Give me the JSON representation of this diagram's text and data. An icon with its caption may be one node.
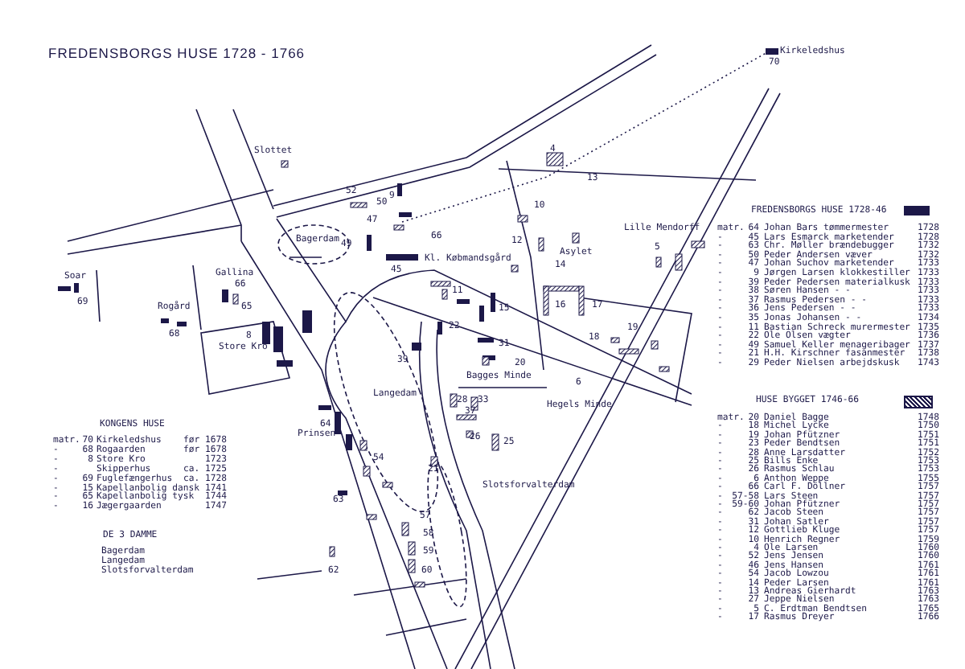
{
  "diagram": {
    "title": "FREDENSBORGS HUSE 1728 - 1766",
    "labels": [
      "Kirkeledshus",
      "70",
      "Slottet",
      "4",
      "13",
      "52",
      "9",
      "50",
      "10",
      "47",
      "49",
      "Bagerdam",
      "66",
      "45",
      "12",
      "Asylet",
      "14",
      "Lille Mendorff",
      "5",
      "Soar",
      "69",
      "Rogård",
      "68",
      "Gallina",
      "66",
      "65",
      "8",
      "Store Kro",
      "Kl. Købmandsgård",
      "11",
      "15",
      "22",
      "16",
      "17",
      "18",
      "19",
      "31",
      "20",
      "Bagges Minde",
      "6",
      "Hegels Minde",
      "39",
      "Langedam",
      "28",
      "33",
      "37",
      "64",
      "Prinsen",
      "54",
      "26",
      "25",
      "21",
      "63",
      "Slotsforvalterdam",
      "57",
      "58",
      "59",
      "62",
      "60",
      "matr.",
      "64",
      "Johan Bars tømmermester",
      "1728",
      "-",
      "45",
      "Lars Esmarck marketender",
      "1728",
      "-",
      "63",
      "Chr. Møller brændebugger",
      "1732",
      "-",
      "50",
      "Peder Andersen væver",
      "1732",
      "-",
      "47",
      "Johan Suchov marketender",
      "1733",
      "-",
      "9",
      "Jørgen Larsen klokkestiller",
      "1733",
      "-",
      "39",
      "Peder Pedersen materialkusk",
      "1733",
      "-",
      "38",
      "Søren Hansen - -",
      "1733",
      "-",
      "37",
      "Rasmus Pedersen - -",
      "1733",
      "-",
      "36",
      "Jens Pedersen - -",
      "1733",
      "-",
      "35",
      "Jonas Johansen - -",
      "1734",
      "-",
      "11",
      "Bastian Schreck murermester",
      "1735",
      "-",
      "22",
      "Ole Olsen vægter",
      "1736",
      "-",
      "49",
      "Samuel Keller menageribager",
      "1737",
      "-",
      "21",
      "H.H. Kirschner fasanmester",
      "1738",
      "-",
      "29",
      "Peder Nielsen arbejdskusk",
      "1743",
      "matr.",
      "20",
      "Daniel Bagge",
      "1748",
      "-",
      "18",
      "Michel Lycke",
      "1750",
      "-",
      "19",
      "Johan Pfützner",
      "1751",
      "-",
      "23",
      "Peder Bendtsen",
      "1751",
      "-",
      "28",
      "Anne Larsdatter",
      "1752",
      "-",
      "25",
      "Bills Enke",
      "1753",
      "-",
      "26",
      "Rasmus Schlau",
      "1753",
      "-",
      "6",
      "Anthon Weppe",
      "1755",
      "-",
      "66",
      "Carl F. Döllner",
      "1757",
      "-",
      "57-58",
      "Lars Steen",
      "1757",
      "-",
      "59-60",
      "Johan Pfützner",
      "1757",
      "-",
      "62",
      "Jacob Steen",
      "1757",
      "-",
      "31",
      "Johan Satler",
      "1757",
      "-",
      "12",
      "Gottlieb Kluge",
      "1757",
      "-",
      "10",
      "Henrich Regner",
      "1759",
      "-",
      "4",
      "Ole Larsen",
      "1760",
      "-",
      "52",
      "Jens Jensen",
      "1760",
      "-",
      "46",
      "Jens Hansen",
      "1761",
      "-",
      "54",
      "Jacob Lowzou",
      "1761",
      "-",
      "14",
      "Peder Larsen",
      "1761",
      "-",
      "13",
      "Andreas Gierhardt",
      "1763",
      "-",
      "27",
      "Jeppe Nielsen",
      "1763",
      "-",
      "5",
      "C. Erdtman Bendtsen",
      "1765",
      "-",
      "17",
      "Rasmus Dreyer",
      "1766",
      "KONGENS HUSE",
      "matr.",
      "70",
      "Kirkeledshus",
      "før 1678",
      "-",
      "68",
      "Rogaarden",
      "før 1678",
      "-",
      "8",
      "Store Kro",
      "1723",
      "-",
      "Skipperhus",
      "ca. 1725",
      "-",
      "69",
      "Fuglefængerhus",
      "ca. 1728",
      "-",
      "15",
      "Kapellanbolig dansk",
      "1741",
      "-",
      "65",
      "Kapellanbolig tysk",
      "1744",
      "-",
      "16",
      "Jægergaarden",
      "1747",
      "DE 3 DAMME",
      "Bagerdam",
      "Langedam",
      "Slotsforvalterdam"
    ],
    "legend": [
      {
        "text": "FREDENSBORGS HUSE 1728-46",
        "color": "#1c1848"
      },
      {
        "text": "HUSE BYGGET 1746-66"
      }
    ]
  }
}
